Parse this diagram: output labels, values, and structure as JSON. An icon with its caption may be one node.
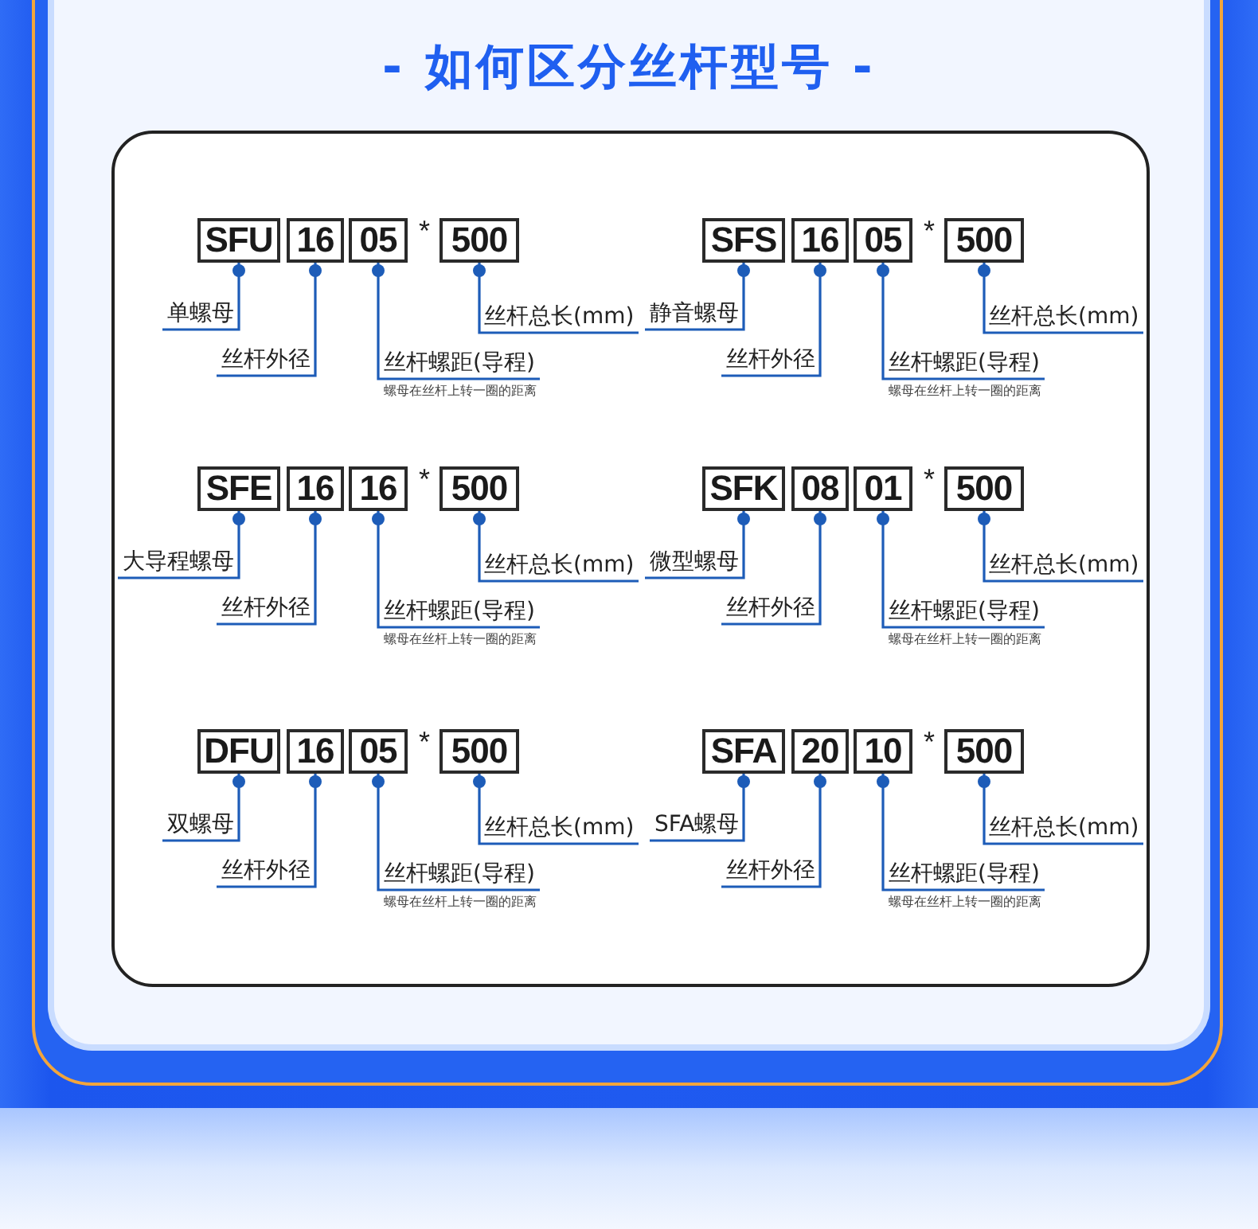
{
  "diagram": {
    "title": "- 如何区分丝杆型号 -",
    "nodes": [
      {
        "text": [
          "SFU"
        ]
      },
      {
        "text": [
          "16"
        ]
      },
      {
        "text": [
          "05"
        ]
      },
      {
        "text": [
          "500"
        ]
      },
      {
        "text": [
          "单螺母"
        ]
      },
      {
        "text": [
          "丝杆总长(mm)"
        ]
      },
      {
        "text": [
          "丝杆外径"
        ]
      },
      {
        "text": [
          "丝杆螺距(导程)"
        ],
        "beside": [
          "螺母在丝杆上转一圈的距离"
        ]
      },
      {
        "text": [
          "SFS"
        ]
      },
      {
        "text": [
          "16"
        ]
      },
      {
        "text": [
          "05"
        ]
      },
      {
        "text": [
          "500"
        ]
      },
      {
        "text": [
          "静音螺母"
        ]
      },
      {
        "text": [
          "丝杆总长(mm)"
        ]
      },
      {
        "text": [
          "丝杆外径"
        ]
      },
      {
        "text": [
          "丝杆螺距(导程)"
        ],
        "beside": [
          "螺母在丝杆上转一圈的距离"
        ]
      },
      {
        "text": [
          "SFE"
        ]
      },
      {
        "text": [
          "16"
        ]
      },
      {
        "text": [
          "16"
        ]
      },
      {
        "text": [
          "500"
        ]
      },
      {
        "text": [
          "大导程螺母"
        ]
      },
      {
        "text": [
          "丝杆总长(mm)"
        ]
      },
      {
        "text": [
          "丝杆外径"
        ]
      },
      {
        "text": [
          "丝杆螺距(导程)"
        ],
        "beside": [
          "螺母在丝杆上转一圈的距离"
        ]
      },
      {
        "text": [
          "SFK"
        ]
      },
      {
        "text": [
          "08"
        ]
      },
      {
        "text": [
          "01"
        ]
      },
      {
        "text": [
          "500"
        ]
      },
      {
        "text": [
          "微型螺母"
        ]
      },
      {
        "text": [
          "丝杆总长(mm)"
        ]
      },
      {
        "text": [
          "丝杆外径"
        ]
      },
      {
        "text": [
          "丝杆螺距(导程)"
        ],
        "beside": [
          "螺母在丝杆上转一圈的距离"
        ]
      },
      {
        "text": [
          "DFU"
        ]
      },
      {
        "text": [
          "16"
        ]
      },
      {
        "text": [
          "05"
        ]
      },
      {
        "text": [
          "500"
        ]
      },
      {
        "text": [
          "双螺母"
        ]
      },
      {
        "text": [
          "丝杆总长(mm)"
        ]
      },
      {
        "text": [
          "丝杆外径"
        ]
      },
      {
        "text": [
          "丝杆螺距(导程)"
        ],
        "beside": [
          "螺母在丝杆上转一圈的距离"
        ]
      },
      {
        "text": [
          "SFA"
        ]
      },
      {
        "text": [
          "20"
        ]
      },
      {
        "text": [
          "10"
        ]
      },
      {
        "text": [
          "500"
        ]
      },
      {
        "text": [
          "SFA螺母"
        ]
      },
      {
        "text": [
          "丝杆总长(mm)"
        ]
      },
      {
        "text": [
          "丝杆外径"
        ]
      },
      {
        "text": [
          "丝杆螺距(导程)"
        ],
        "beside": [
          "螺母在丝杆上转一圈的距离"
        ]
      }
    ],
    "edges": [
      {
        "from": 4,
        "to": 0,
        "arrow": "other"
      },
      {
        "from": 6,
        "to": 1,
        "arrow": "other"
      },
      {
        "from": 7,
        "to": 2,
        "arrow": "other"
      },
      {
        "from": 5,
        "to": 3,
        "arrow": "other"
      },
      {
        "from": 12,
        "to": 8,
        "arrow": "other"
      },
      {
        "from": 14,
        "to": 9,
        "arrow": "other"
      },
      {
        "from": 15,
        "to": 10,
        "arrow": "other"
      },
      {
        "from": 13,
        "to": 11,
        "arrow": "other"
      },
      {
        "from": 20,
        "to": 16,
        "arrow": "other"
      },
      {
        "from": 22,
        "to": 17,
        "arrow": "other"
      },
      {
        "from": 23,
        "to": 18,
        "arrow": "other"
      },
      {
        "from": 21,
        "to": 19,
        "arrow": "other"
      },
      {
        "from": 28,
        "to": 24,
        "arrow": "other"
      },
      {
        "from": 30,
        "to": 25,
        "arrow": "other"
      },
      {
        "from": 31,
        "to": 26,
        "arrow": "other"
      },
      {
        "from": 29,
        "to": 27,
        "arrow": "other"
      },
      {
        "from": 36,
        "to": 32,
        "arrow": "other"
      },
      {
        "from": 38,
        "to": 33,
        "arrow": "other"
      },
      {
        "from": 39,
        "to": 34,
        "arrow": "other"
      },
      {
        "from": 37,
        "to": 35,
        "arrow": "other"
      },
      {
        "from": 44,
        "to": 40,
        "arrow": "other"
      },
      {
        "from": 46,
        "to": 41,
        "arrow": "other"
      },
      {
        "from": 47,
        "to": 42,
        "arrow": "other"
      },
      {
        "from": 45,
        "to": 43,
        "arrow": "other"
      }
    ],
    "labels": [
      "*",
      "*",
      "*",
      "*",
      "*",
      "*"
    ]
  }
}
